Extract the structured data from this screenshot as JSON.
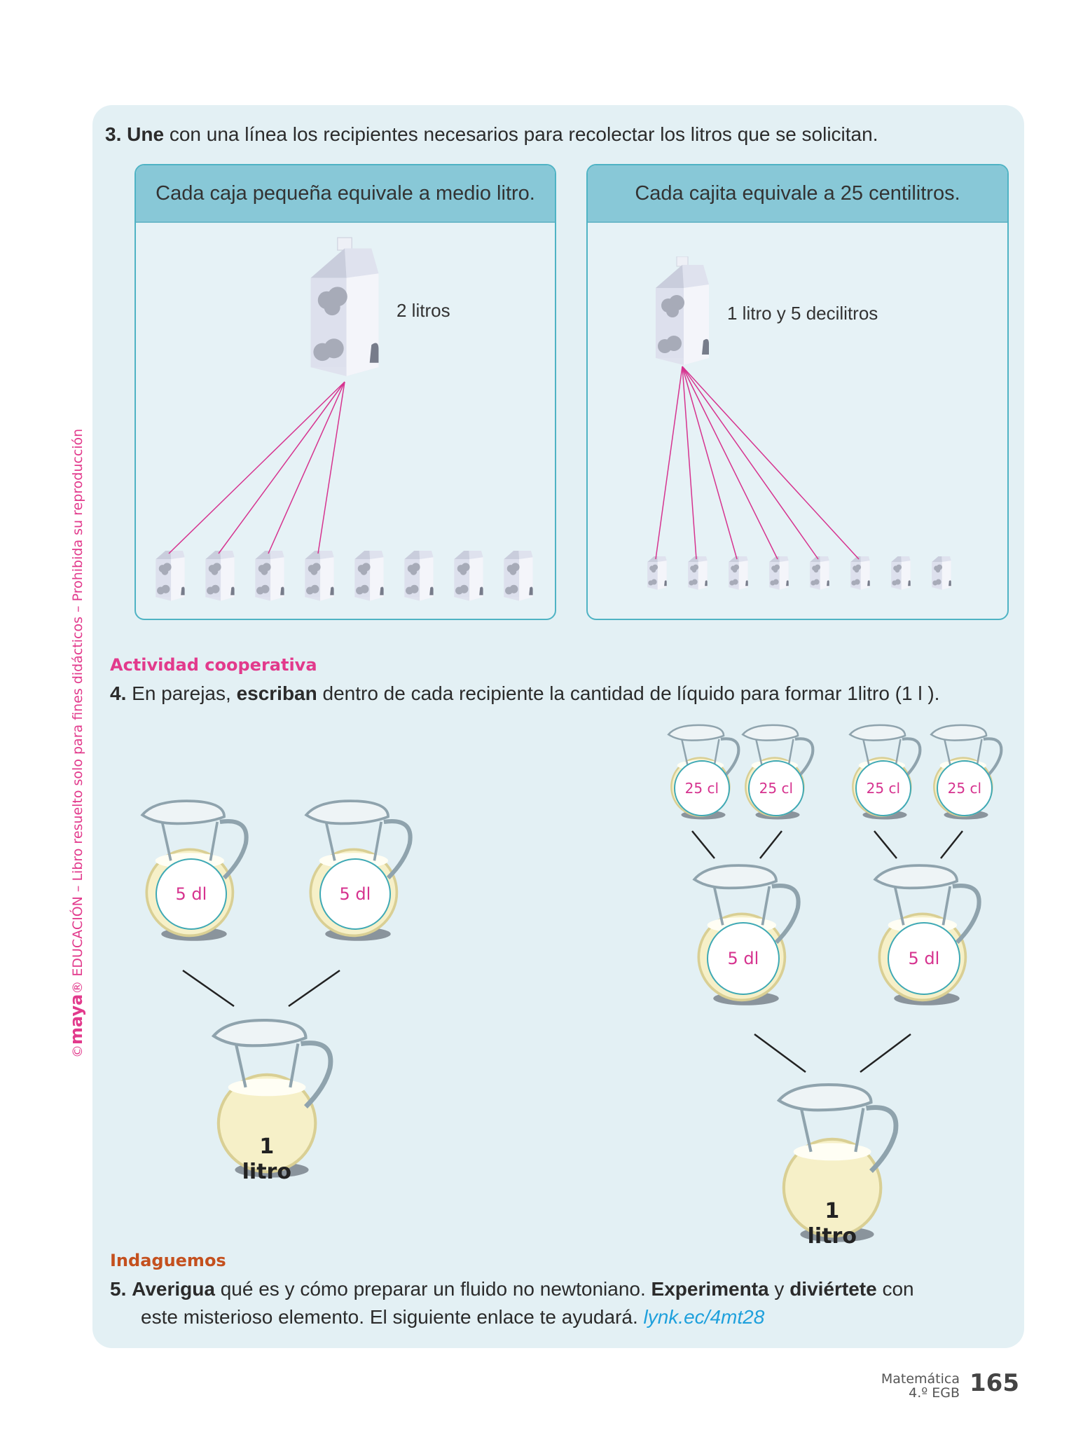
{
  "watermark": {
    "brand": "maya",
    "text": "©maya® EDUCACIÓN – Libro resuelto solo para fines didácticos – Prohibida su reproducción",
    "copy": "©",
    "rest": "® EDUCACIÓN – Libro resuelto solo para fines didácticos – Prohibida su reproducción"
  },
  "q3": {
    "num": "3.",
    "verb": "Une",
    "text": " con una línea los recipientes necesarios para recolectar los litros que se solicitan.",
    "box1": {
      "header": "Cada caja pequeña equivale a medio litro.",
      "label": "2 litros",
      "small_count": 8,
      "connected": 4
    },
    "box2": {
      "header": "Cada cajita equivale a 25 centilitros.",
      "label": "1 litro y 5 decilitros",
      "small_count": 8,
      "connected": 6
    }
  },
  "q4": {
    "section": "Actividad cooperativa",
    "num": "4.",
    "pre": " En parejas, ",
    "verb": "escriban",
    "text": " dentro de cada recipiente la cantidad de líquido para formar 1litro (1 l ).",
    "left": {
      "top": [
        "5 dl",
        "5 dl"
      ],
      "bottom_num": "1",
      "bottom_unit": "litro"
    },
    "right": {
      "top": [
        "25 cl",
        "25 cl",
        "25 cl",
        "25 cl"
      ],
      "middle": [
        "5 dl",
        "5 dl"
      ],
      "bottom_num": "1",
      "bottom_unit": "litro"
    }
  },
  "q5": {
    "section": "Indaguemos",
    "num": "5.",
    "verb1": "Averigua",
    "t1": " qué es y cómo preparar un fluido no newtoniano. ",
    "verb2": "Experimenta",
    "t2": " y ",
    "verb3": "diviértete",
    "t3": " con",
    "line2": "este misterioso elemento. El siguiente enlace te ayudará. ",
    "link": "lynk.ec/4mt28"
  },
  "footer": {
    "subject": "Matemática",
    "grade": "4.º EGB",
    "page": "165"
  },
  "colors": {
    "accent": "#e23a8c",
    "section_q5": "#c4501e",
    "link": "#1ea0dc",
    "line": "#d6338f"
  }
}
